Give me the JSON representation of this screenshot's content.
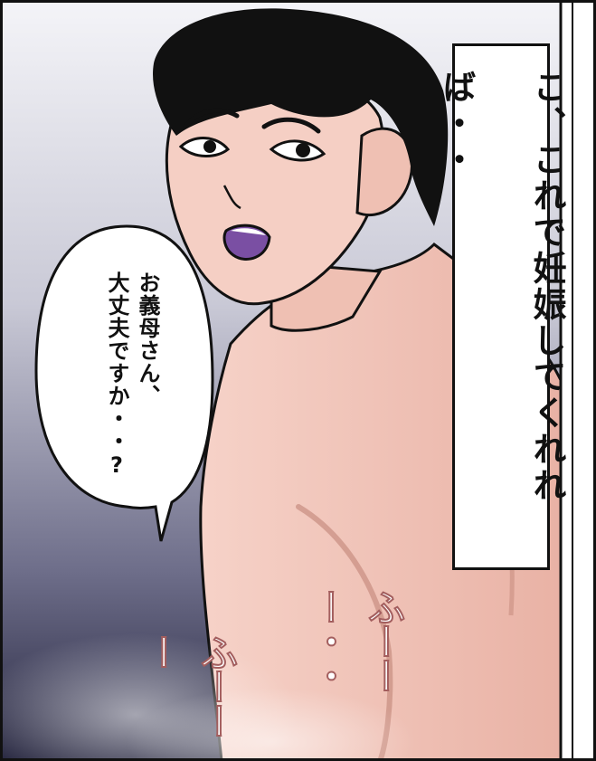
{
  "panel": {
    "narration": "こ、これで妊娠してくれれば・・",
    "speech_lines": [
      "お義母さん、",
      "大丈夫ですか・・?"
    ],
    "sfx_right": "ふーーー・・",
    "sfx_left": "ふーーー"
  },
  "colors": {
    "skin": "#f3c8bd",
    "skin_shadow": "#d9988b",
    "hair": "#111111",
    "outline": "#111111",
    "mouth": "#7a4fa3",
    "bg_top": "#f2f2f6",
    "bg_bottom": "#2a2a48",
    "sfx_outline": "#a35e5e"
  }
}
